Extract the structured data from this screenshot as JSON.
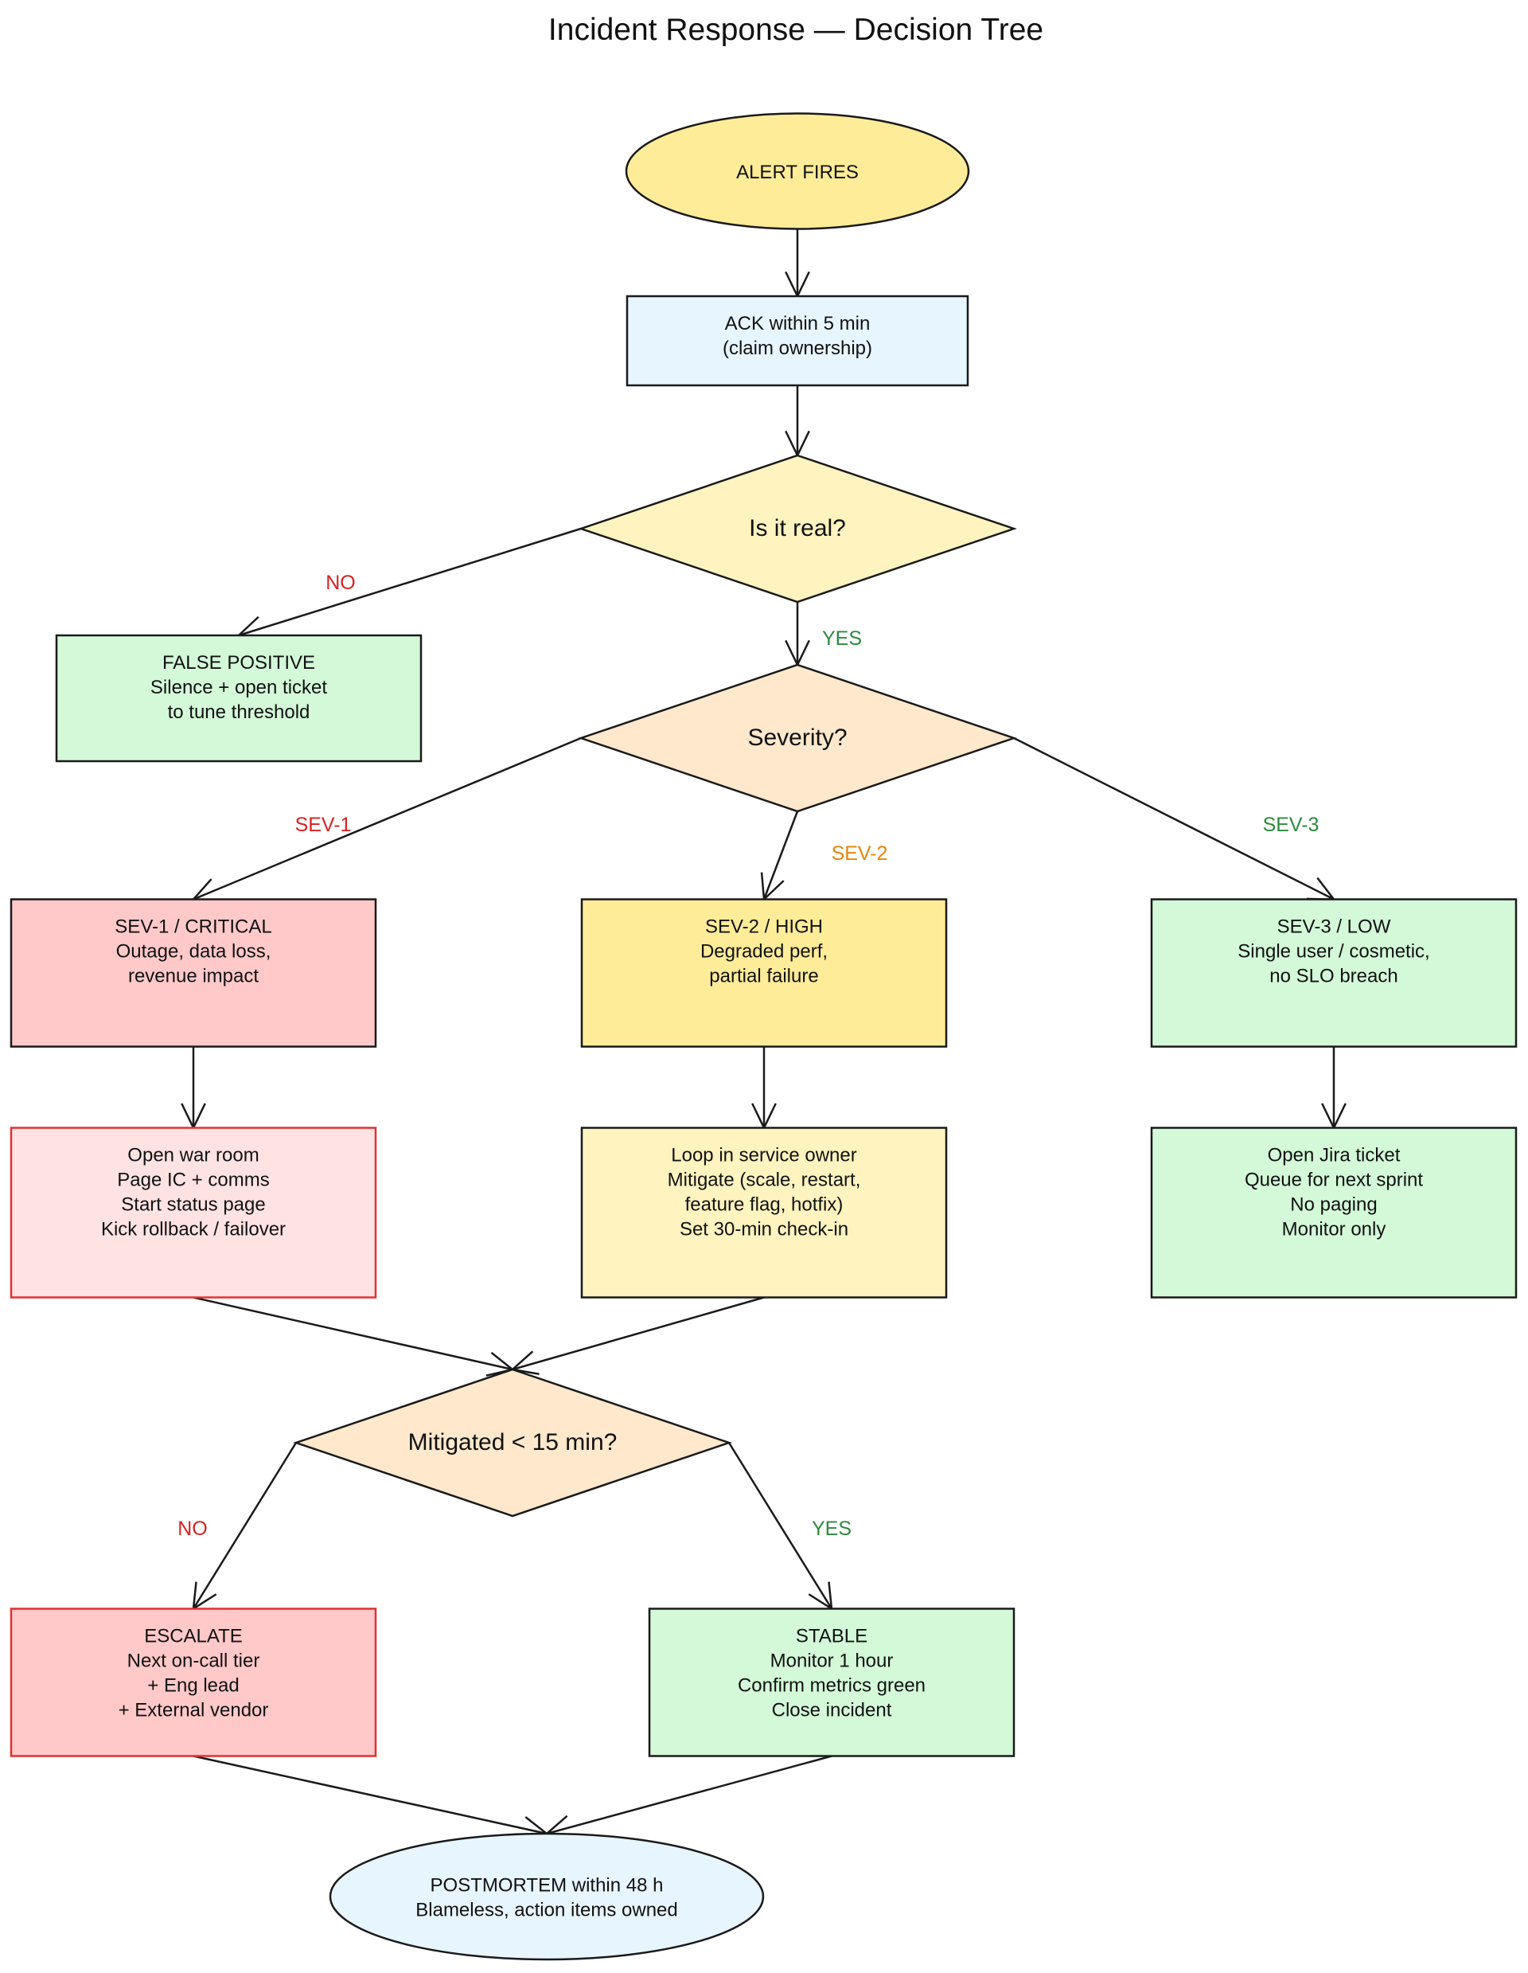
{
  "title": "Incident Response — Decision Tree",
  "colors": {
    "yellow": "#FFEC99",
    "light_yellow": "#FFF3BF",
    "blue": "#E7F5FF",
    "peach": "#FFE8CC",
    "green": "#D3F9D8",
    "red": "#FFC9C9",
    "pink": "#FFE3E3",
    "label_red": "#D62222",
    "label_green": "#2B8A3E",
    "label_orange": "#E8850C",
    "stroke_red": "#E03131"
  },
  "nodes": [
    {
      "id": "alert",
      "shape": "ellipse",
      "fill": "yellow",
      "lines": [
        "ALERT FIRES"
      ]
    },
    {
      "id": "ack",
      "shape": "rect",
      "fill": "blue",
      "lines": [
        "ACK within 5 min",
        "(claim ownership)"
      ]
    },
    {
      "id": "real",
      "shape": "diamond",
      "fill": "light_yellow",
      "lines": [
        "Is it real?"
      ]
    },
    {
      "id": "false_positive",
      "shape": "rect",
      "fill": "green",
      "lines": [
        "FALSE POSITIVE",
        "Silence + open ticket",
        "to tune threshold"
      ]
    },
    {
      "id": "severity",
      "shape": "diamond",
      "fill": "peach",
      "lines": [
        "Severity?"
      ]
    },
    {
      "id": "sev1",
      "shape": "rect",
      "fill": "red",
      "lines": [
        "SEV-1 / CRITICAL",
        "Outage, data loss,",
        "revenue impact"
      ]
    },
    {
      "id": "sev2",
      "shape": "rect",
      "fill": "yellow",
      "lines": [
        "SEV-2 / HIGH",
        "Degraded perf,",
        "partial failure"
      ]
    },
    {
      "id": "sev3",
      "shape": "rect",
      "fill": "green",
      "lines": [
        "SEV-3 / LOW",
        "Single user / cosmetic,",
        "no SLO breach"
      ]
    },
    {
      "id": "sev1_actions",
      "shape": "rect",
      "fill": "pink",
      "stroke": "stroke_red",
      "lines": [
        "Open war room",
        "Page IC + comms",
        "Start status page",
        "Kick rollback / failover"
      ]
    },
    {
      "id": "sev2_actions",
      "shape": "rect",
      "fill": "light_yellow",
      "lines": [
        "Loop in service owner",
        "Mitigate (scale, restart,",
        "feature flag, hotfix)",
        "Set 30-min check-in"
      ]
    },
    {
      "id": "sev3_actions",
      "shape": "rect",
      "fill": "green",
      "lines": [
        "Open Jira ticket",
        "Queue for next sprint",
        "No paging",
        "Monitor only"
      ]
    },
    {
      "id": "mitigated",
      "shape": "diamond",
      "fill": "peach",
      "lines": [
        "Mitigated < 15 min?"
      ]
    },
    {
      "id": "escalate",
      "shape": "rect",
      "fill": "red",
      "stroke": "stroke_red",
      "lines": [
        "ESCALATE",
        "Next on-call tier",
        "+ Eng lead",
        "+ External vendor"
      ]
    },
    {
      "id": "stable",
      "shape": "rect",
      "fill": "green",
      "lines": [
        "STABLE",
        "Monitor 1 hour",
        "Confirm metrics green",
        "Close incident"
      ]
    },
    {
      "id": "postmortem",
      "shape": "ellipse",
      "fill": "blue",
      "lines": [
        "POSTMORTEM within 48 h",
        "Blameless, action items owned"
      ]
    }
  ],
  "edges": [
    {
      "from": "alert",
      "to": "ack"
    },
    {
      "from": "ack",
      "to": "real"
    },
    {
      "from": "real",
      "to": "false_positive",
      "label": "NO",
      "color": "label_red"
    },
    {
      "from": "real",
      "to": "severity",
      "label": "YES",
      "color": "label_green"
    },
    {
      "from": "severity",
      "to": "sev1",
      "label": "SEV-1",
      "color": "label_red"
    },
    {
      "from": "severity",
      "to": "sev2",
      "label": "SEV-2",
      "color": "label_orange"
    },
    {
      "from": "severity",
      "to": "sev3",
      "label": "SEV-3",
      "color": "label_green"
    },
    {
      "from": "sev1",
      "to": "sev1_actions"
    },
    {
      "from": "sev2",
      "to": "sev2_actions"
    },
    {
      "from": "sev3",
      "to": "sev3_actions"
    },
    {
      "from": "sev1_actions",
      "to": "mitigated"
    },
    {
      "from": "sev2_actions",
      "to": "mitigated"
    },
    {
      "from": "mitigated",
      "to": "escalate",
      "label": "NO",
      "color": "label_red"
    },
    {
      "from": "mitigated",
      "to": "stable",
      "label": "YES",
      "color": "label_green"
    },
    {
      "from": "escalate",
      "to": "postmortem"
    },
    {
      "from": "stable",
      "to": "postmortem"
    }
  ]
}
